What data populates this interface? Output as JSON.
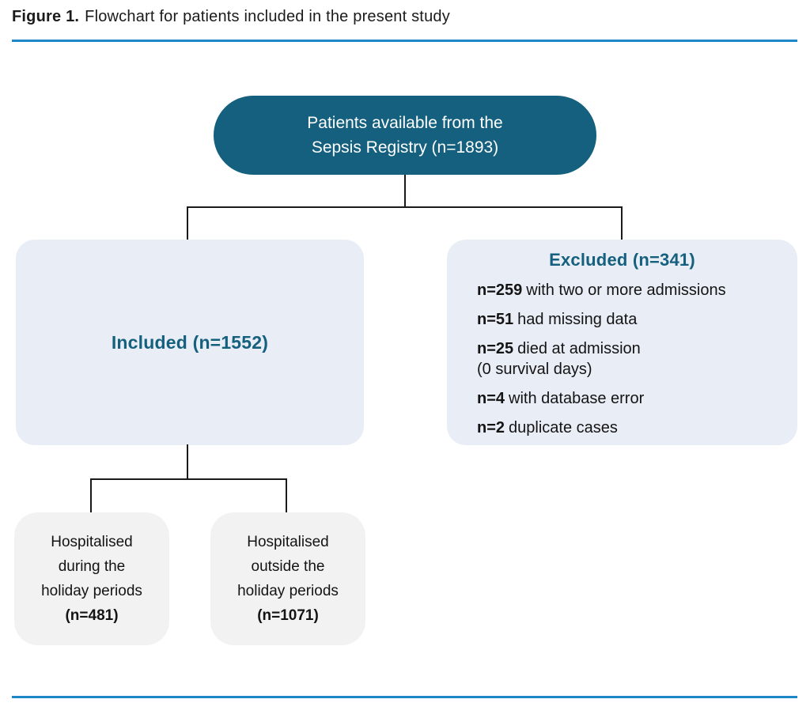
{
  "figure": {
    "label": "Figure 1.",
    "caption": "Flowchart for patients included in the present study"
  },
  "colors": {
    "teal": "#15607e",
    "light_blue_box": "#e8edf6",
    "light_gray_box": "#f2f2f3",
    "rule_blue": "#1d86c8",
    "connector_black": "#1a1a1a",
    "pill_text": "#ffffff"
  },
  "flowchart": {
    "root": {
      "line1": "Patients available from the",
      "line2": "Sepsis Registry (n=1893)"
    },
    "included": {
      "label": "Included (n=1552)"
    },
    "excluded": {
      "title": "Excluded (n=341)",
      "items": [
        {
          "n": "n=259",
          "text": "with two or more admissions"
        },
        {
          "n": "n=51",
          "text": "had missing data"
        },
        {
          "n": "n=25",
          "text": "died at admission",
          "note": "(0 survival days)"
        },
        {
          "n": "n=4",
          "text": "with database error"
        },
        {
          "n": "n=2",
          "text": "duplicate cases"
        }
      ]
    },
    "during_holiday": {
      "line1": "Hospitalised",
      "line2": "during the",
      "line3": "holiday periods",
      "n": "(n=481)"
    },
    "outside_holiday": {
      "line1": "Hospitalised",
      "line2": "outside the",
      "line3": "holiday periods",
      "n": "(n=1071)"
    }
  }
}
